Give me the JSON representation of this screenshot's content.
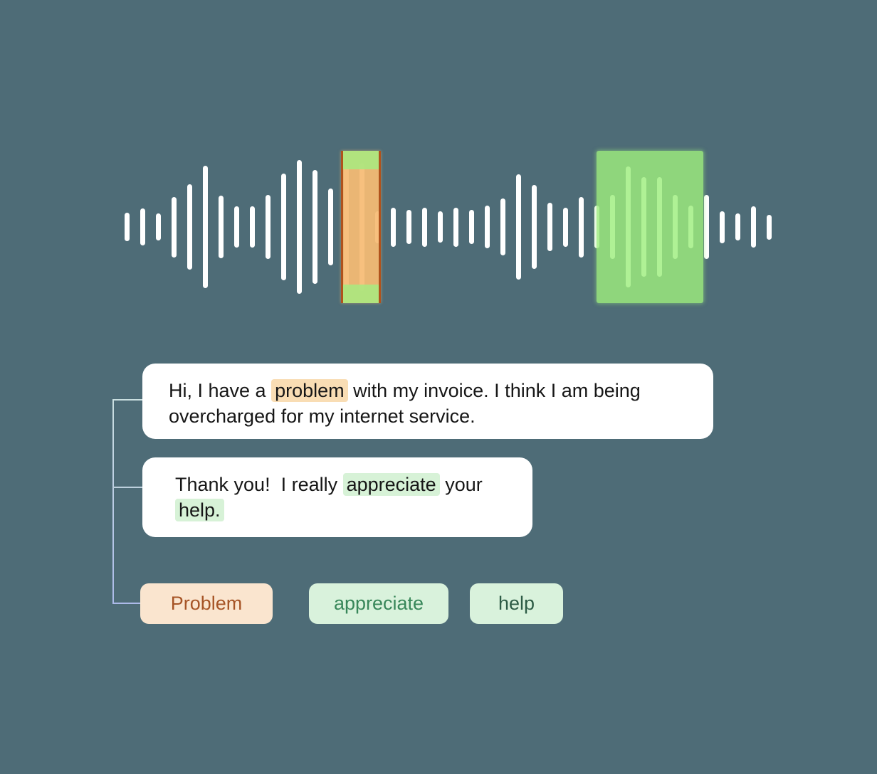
{
  "colors": {
    "background": "#4e6c77",
    "waveform_bar": "#ffffff",
    "problem_highlight": "#f6bb74",
    "problem_border": "#b0521c",
    "positive_highlight": "#9eee7e",
    "problem_chip_bg": "#fae5cf",
    "problem_chip_text": "#a65426",
    "positive_chip_bg": "#d9f2dc",
    "positive_chip_text": "#38875a",
    "help_chip_text": "#2e5c46",
    "connector": "#b7c6e4"
  },
  "waveform": {
    "bars": [
      40,
      52,
      38,
      85,
      120,
      172,
      88,
      58,
      58,
      90,
      150,
      188,
      160,
      108,
      170,
      180,
      45,
      55,
      48,
      55,
      44,
      55,
      48,
      60,
      80,
      148,
      118,
      68,
      55,
      85,
      60,
      90,
      170,
      140,
      140,
      90,
      60,
      90,
      45,
      38,
      58,
      35
    ],
    "highlight_regions": [
      {
        "name": "problem-region",
        "keyword": "problem"
      },
      {
        "name": "positive-region",
        "keyword": "appreciate"
      }
    ]
  },
  "bubble1": {
    "seg1": "Hi, I have a ",
    "hl1": "problem",
    "seg2": " with my invoice. I think I am being overcharged for my internet service."
  },
  "bubble2": {
    "seg1": "Thank you!  I really ",
    "hl1": "appreciate",
    "seg2": " your ",
    "hl2": "help."
  },
  "chips": {
    "problem": "Problem",
    "appreciate": "appreciate",
    "help": "help"
  }
}
